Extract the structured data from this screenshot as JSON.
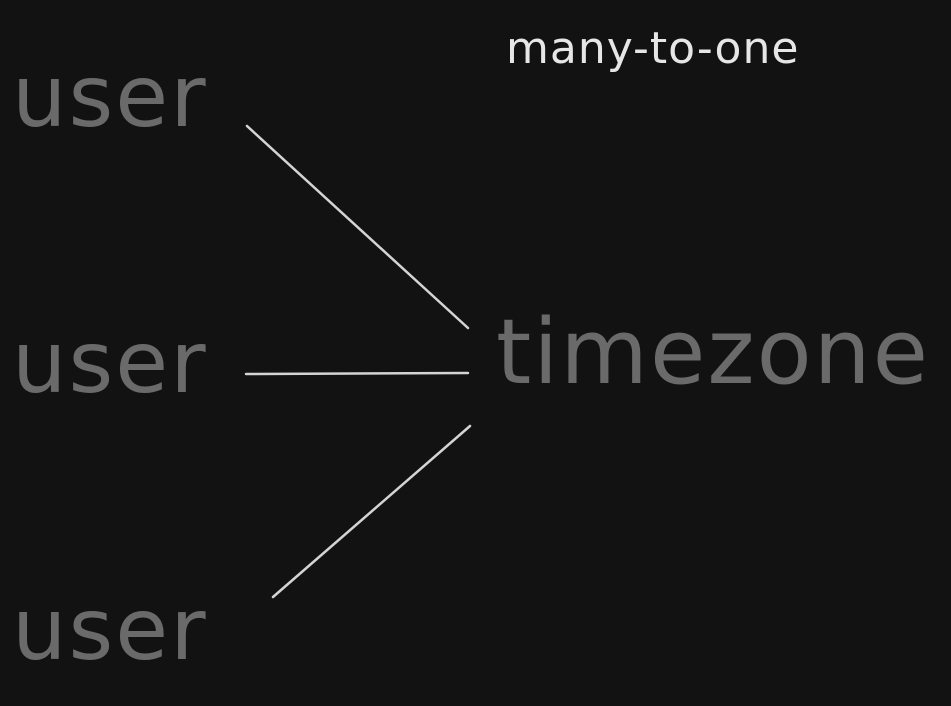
{
  "diagram": {
    "title": "many-to-one",
    "nodes": {
      "users": [
        "user",
        "user",
        "user"
      ],
      "target": "timezone"
    },
    "edges": [
      {
        "from": "user",
        "to": "timezone"
      },
      {
        "from": "user",
        "to": "timezone"
      },
      {
        "from": "user",
        "to": "timezone"
      }
    ],
    "colors": {
      "background": "#121212",
      "title": "#e6e6e6",
      "node_text": "#6a6a6a",
      "edge": "#d4d4d4"
    }
  }
}
